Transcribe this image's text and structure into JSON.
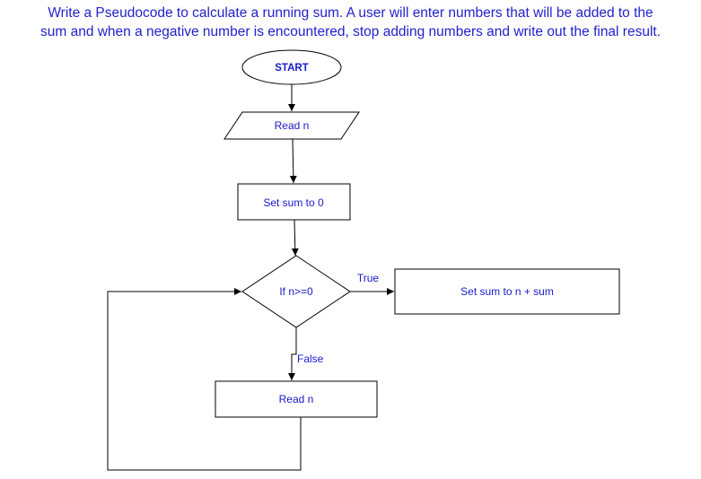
{
  "title": {
    "line1": "Write a Pseudocode to calculate a running sum. A user will enter numbers that will be added to the",
    "line2": "sum and when a negative number is encountered, stop adding numbers and write out the final result."
  },
  "nodes": {
    "start": "START",
    "read_n_1": "Read n",
    "set_sum_0": "Set sum to 0",
    "decision": "If n>=0",
    "set_sum_add": "Set sum to n + sum",
    "read_n_2": "Read n"
  },
  "edges": {
    "true_label": "True",
    "false_label": "False"
  },
  "colors": {
    "text": "#1a1acc",
    "stroke": "#000000"
  }
}
